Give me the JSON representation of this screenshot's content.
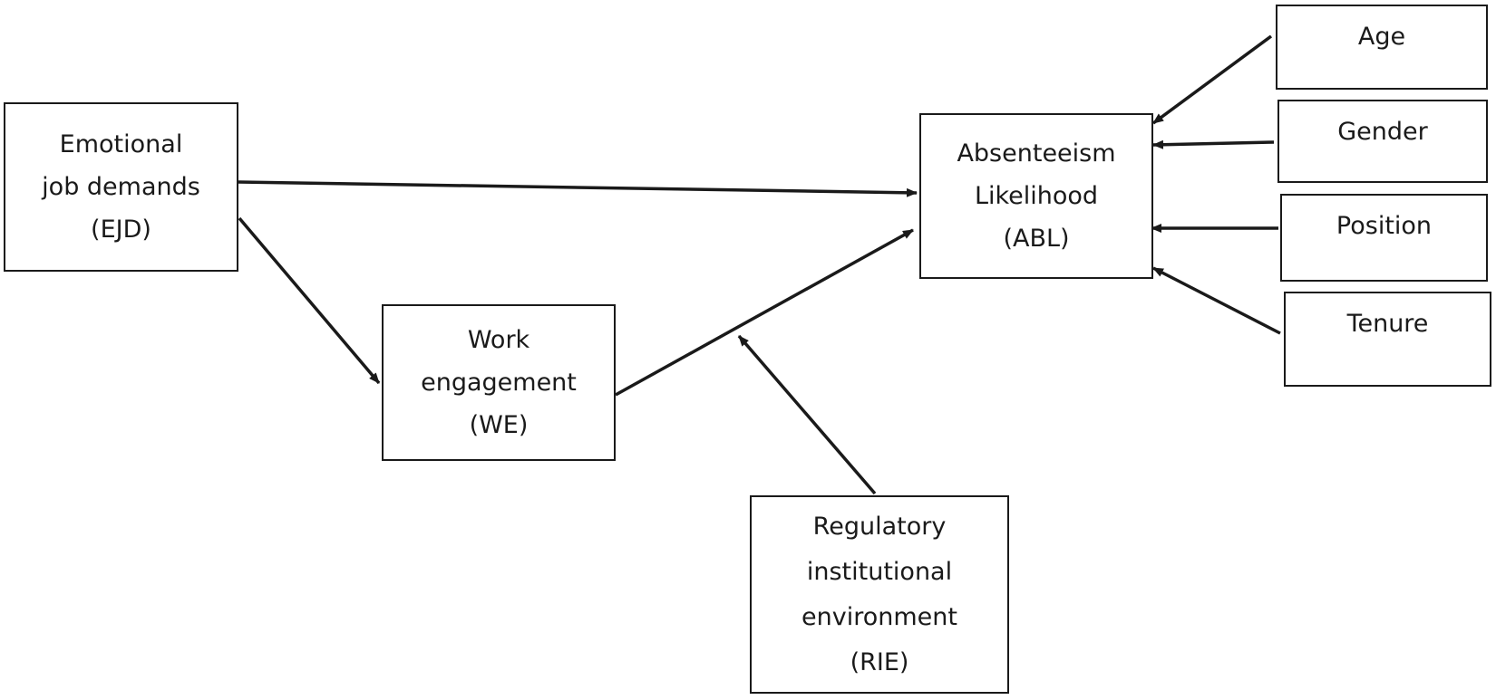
{
  "diagram": {
    "nodes": {
      "ejd": {
        "lines": [
          "Emotional",
          "job demands",
          "(EJD)"
        ]
      },
      "we": {
        "lines": [
          "Work",
          "engagement",
          "(WE)"
        ]
      },
      "abl": {
        "lines": [
          "Absenteeism",
          "Likelihood",
          "(ABL)"
        ]
      },
      "rie": {
        "lines": [
          "Regulatory",
          "institutional",
          "environment",
          "(RIE)"
        ]
      },
      "age": {
        "label": "Age"
      },
      "gender": {
        "label": "Gender"
      },
      "position": {
        "label": "Position"
      },
      "tenure": {
        "label": "Tenure"
      }
    },
    "colors": {
      "stroke": "#1a1a1a",
      "fill": "#ffffff"
    },
    "edges": [
      {
        "from": "ejd",
        "to": "abl"
      },
      {
        "from": "ejd",
        "to": "we"
      },
      {
        "from": "we",
        "to": "abl"
      },
      {
        "from": "rie",
        "to": "we-abl-path"
      },
      {
        "from": "age",
        "to": "abl"
      },
      {
        "from": "gender",
        "to": "abl"
      },
      {
        "from": "position",
        "to": "abl"
      },
      {
        "from": "tenure",
        "to": "abl"
      }
    ]
  }
}
